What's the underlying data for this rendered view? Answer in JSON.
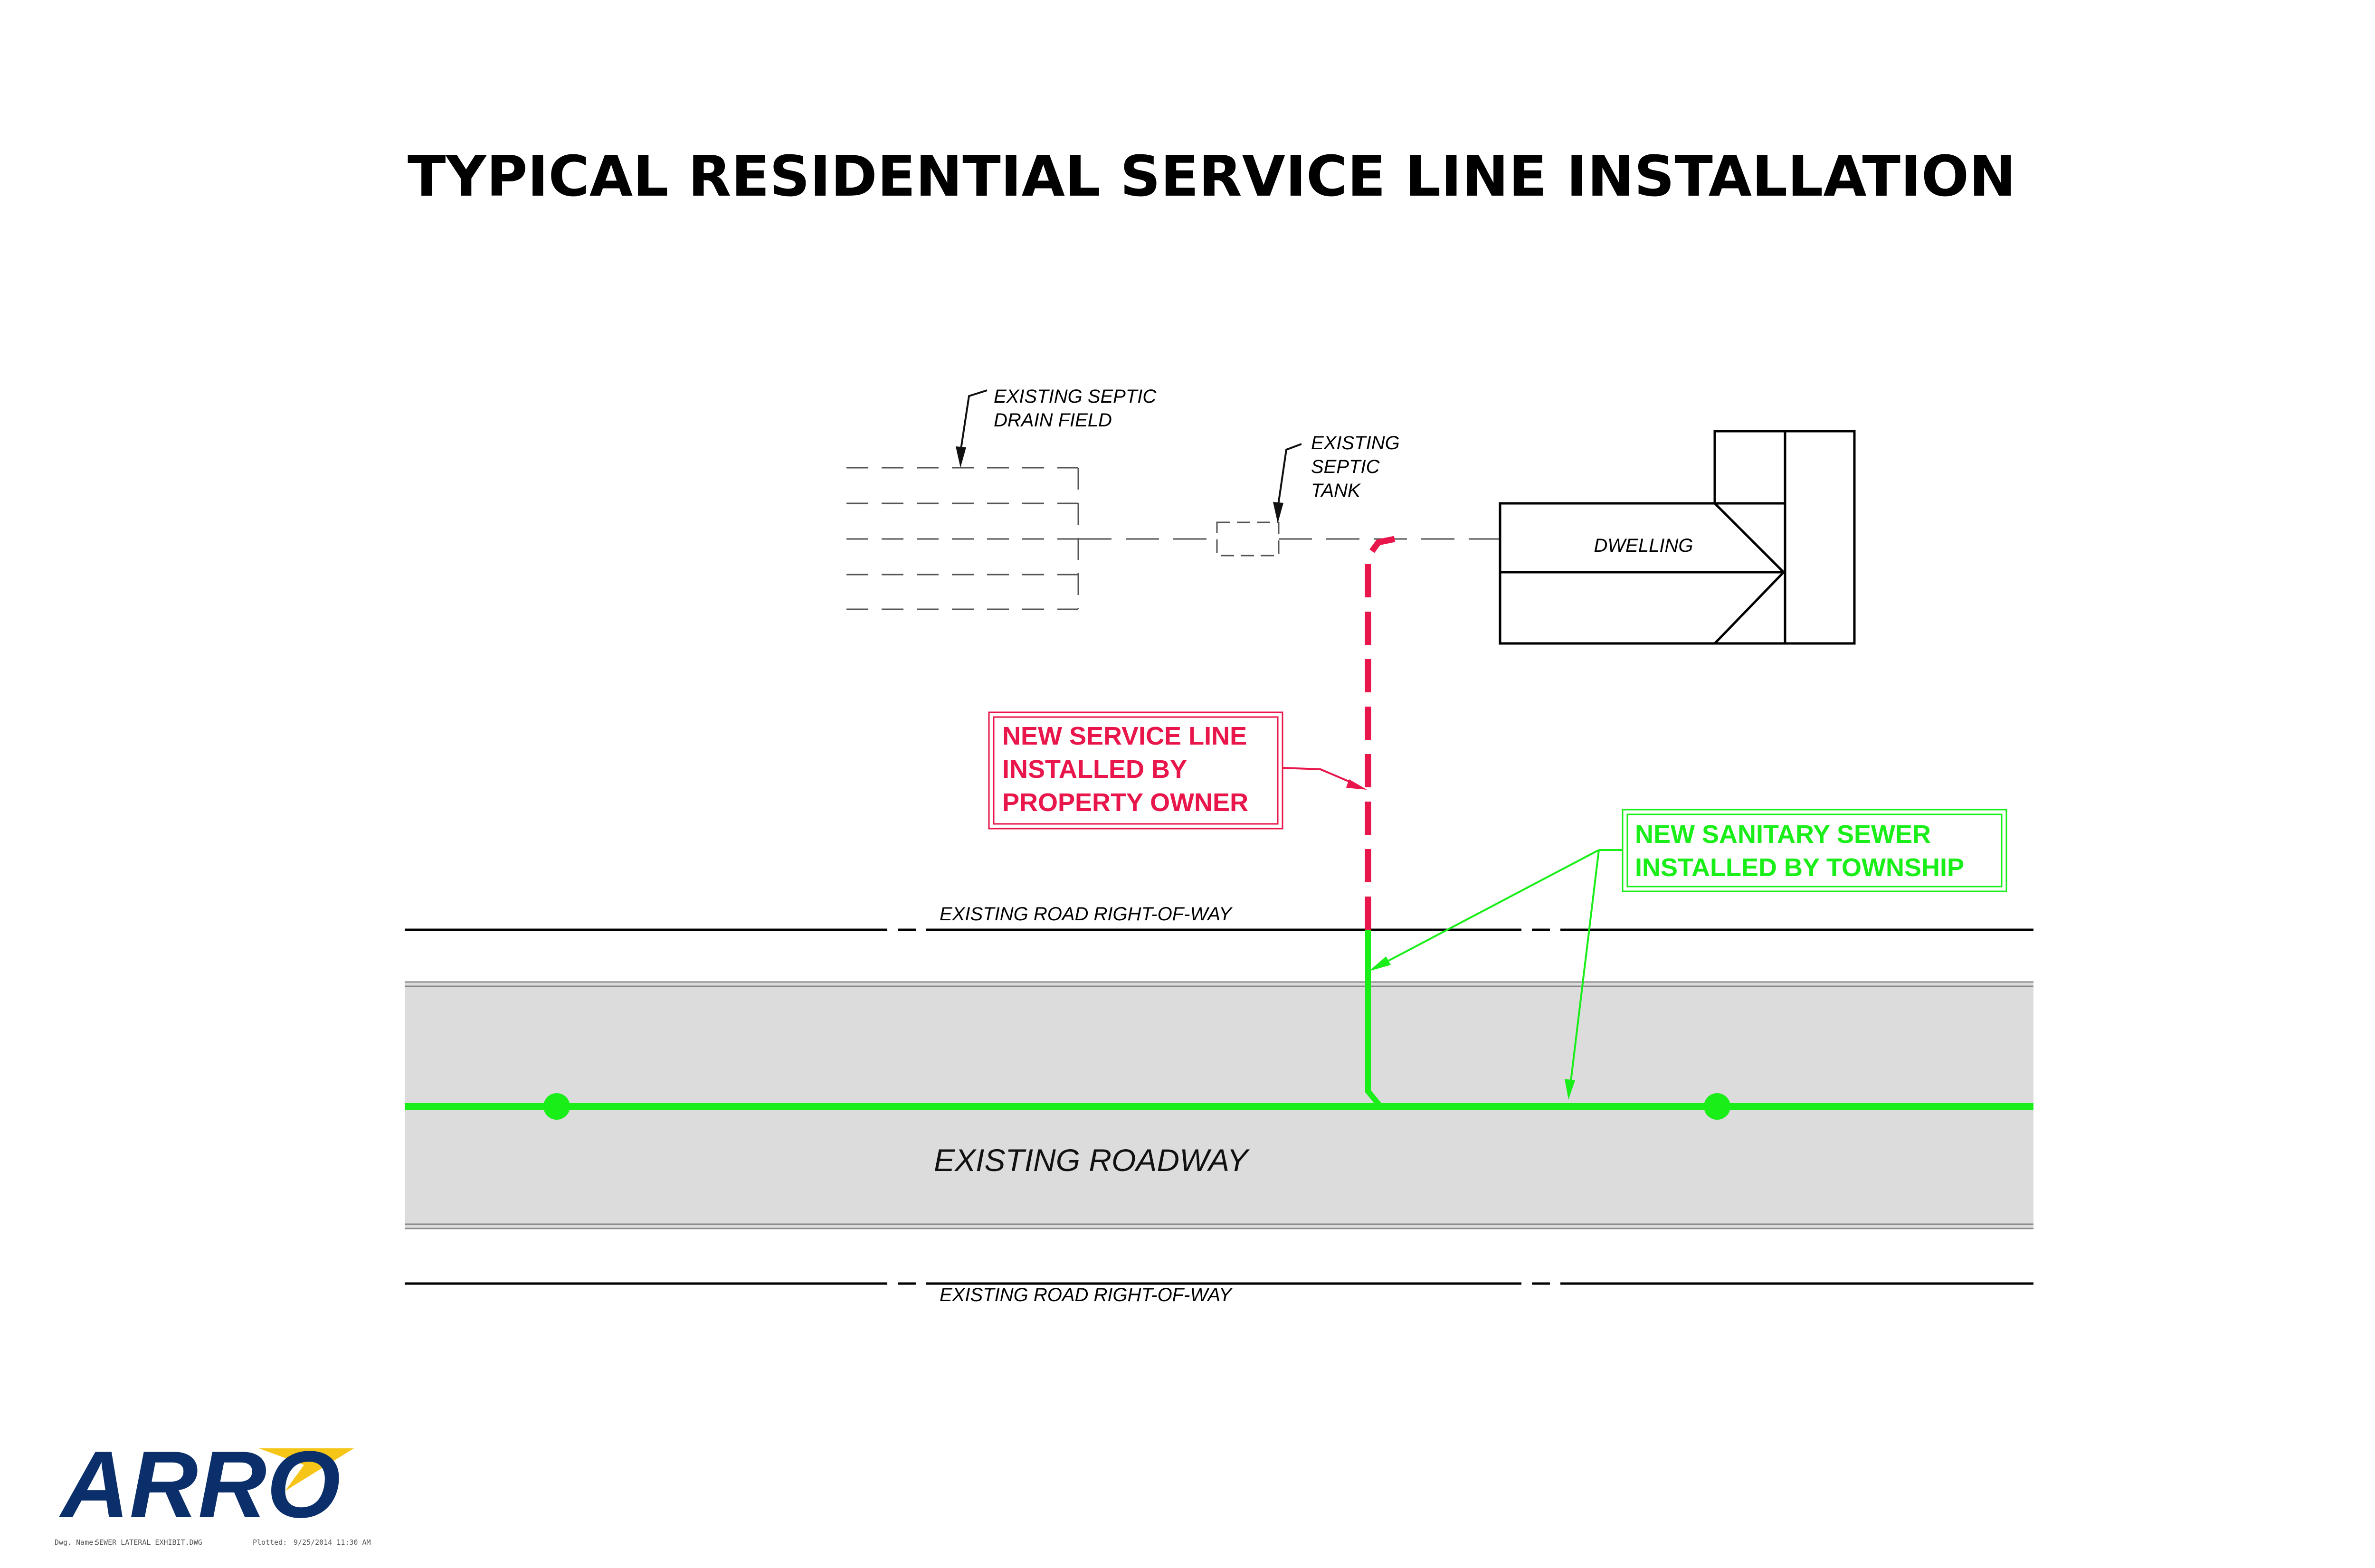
{
  "title": "TYPICAL RESIDENTIAL SERVICE LINE INSTALLATION",
  "labels": {
    "drain_field": [
      "EXISTING SEPTIC",
      "DRAIN FIELD"
    ],
    "septic_tank": [
      "EXISTING",
      "SEPTIC",
      "TANK"
    ],
    "dwelling": "DWELLING",
    "row_top": "EXISTING ROAD RIGHT-OF-WAY",
    "row_bottom": "EXISTING ROAD RIGHT-OF-WAY",
    "roadway": "EXISTING ROADWAY"
  },
  "callouts": {
    "service_line": [
      "NEW SERVICE LINE",
      "INSTALLED BY",
      "PROPERTY OWNER"
    ],
    "sanitary_sewer": [
      "NEW SANITARY SEWER",
      "INSTALLED BY TOWNSHIP"
    ]
  },
  "titleblock": {
    "dwg_label": "Dwg. Name:",
    "dwg_name": "SEWER LATERAL EXHIBIT.DWG",
    "plotted_label": "Plotted:",
    "plotted": "9/25/2014 11:30 AM"
  },
  "logo": {
    "text": "ARRO"
  },
  "colors": {
    "service_line": "#e8164a",
    "sanitary_sewer": "#19ee19",
    "roadway_fill": "#dcdcdc",
    "logo_blue": "#0b2f6b",
    "logo_yellow": "#f5c518"
  }
}
